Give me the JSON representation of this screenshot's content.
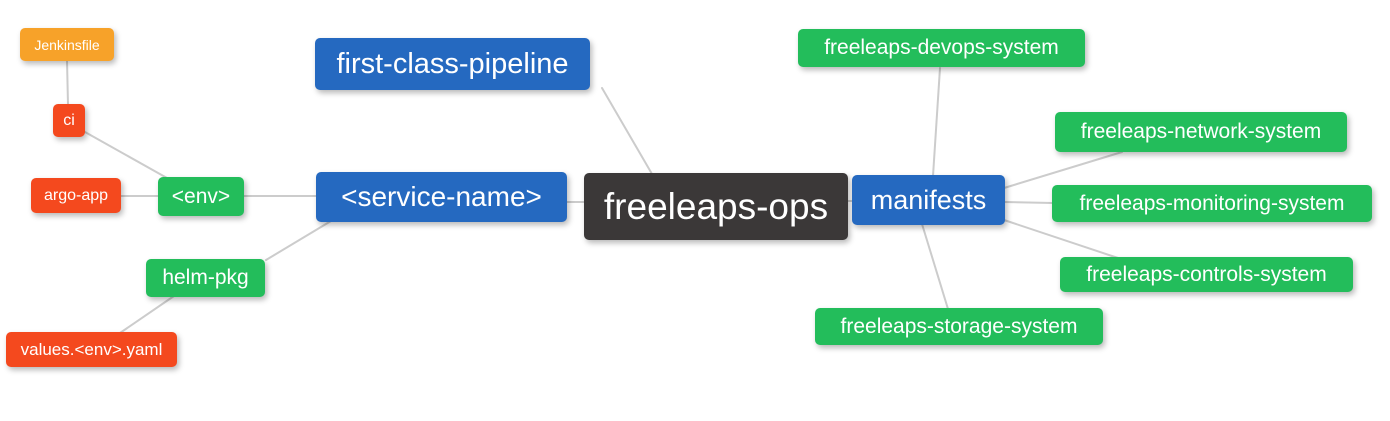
{
  "palette": {
    "root_bg": "#3b3838",
    "branch_bg": "#2569c0",
    "green_bg": "#23bd5b",
    "orange_bg": "#f7a229",
    "red_bg": "#f4491e",
    "edge": "#cccccc",
    "text": "#ffffff",
    "canvas_bg": "#ffffff"
  },
  "nodes": {
    "freeleaps_ops": {
      "label": "freeleaps-ops"
    },
    "first_class_pipeline": {
      "label": "first-class-pipeline"
    },
    "service_name": {
      "label": "<service-name>"
    },
    "manifests": {
      "label": "manifests"
    },
    "env": {
      "label": "<env>"
    },
    "ci": {
      "label": "ci"
    },
    "jenkinsfile": {
      "label": "Jenkinsfile"
    },
    "argo_app": {
      "label": "argo-app"
    },
    "helm_pkg": {
      "label": "helm-pkg"
    },
    "values_env_yaml": {
      "label": "values.<env>.yaml"
    },
    "devops_system": {
      "label": "freeleaps-devops-system"
    },
    "network_system": {
      "label": "freeleaps-network-system"
    },
    "monitoring_system": {
      "label": "freeleaps-monitoring-system"
    },
    "controls_system": {
      "label": "freeleaps-controls-system"
    },
    "storage_system": {
      "label": "freeleaps-storage-system"
    }
  },
  "edges": [
    {
      "from": "jenkinsfile",
      "to": "ci"
    },
    {
      "from": "ci",
      "to": "env"
    },
    {
      "from": "argo_app",
      "to": "env"
    },
    {
      "from": "env",
      "to": "service_name"
    },
    {
      "from": "service_name",
      "to": "freeleaps_ops"
    },
    {
      "from": "first_class_pipeline",
      "to": "freeleaps_ops"
    },
    {
      "from": "freeleaps_ops",
      "to": "manifests"
    },
    {
      "from": "manifests",
      "to": "devops_system"
    },
    {
      "from": "manifests",
      "to": "network_system"
    },
    {
      "from": "manifests",
      "to": "monitoring_system"
    },
    {
      "from": "manifests",
      "to": "controls_system"
    },
    {
      "from": "manifests",
      "to": "storage_system"
    },
    {
      "from": "service_name",
      "to": "helm_pkg"
    },
    {
      "from": "helm_pkg",
      "to": "values_env_yaml"
    }
  ]
}
